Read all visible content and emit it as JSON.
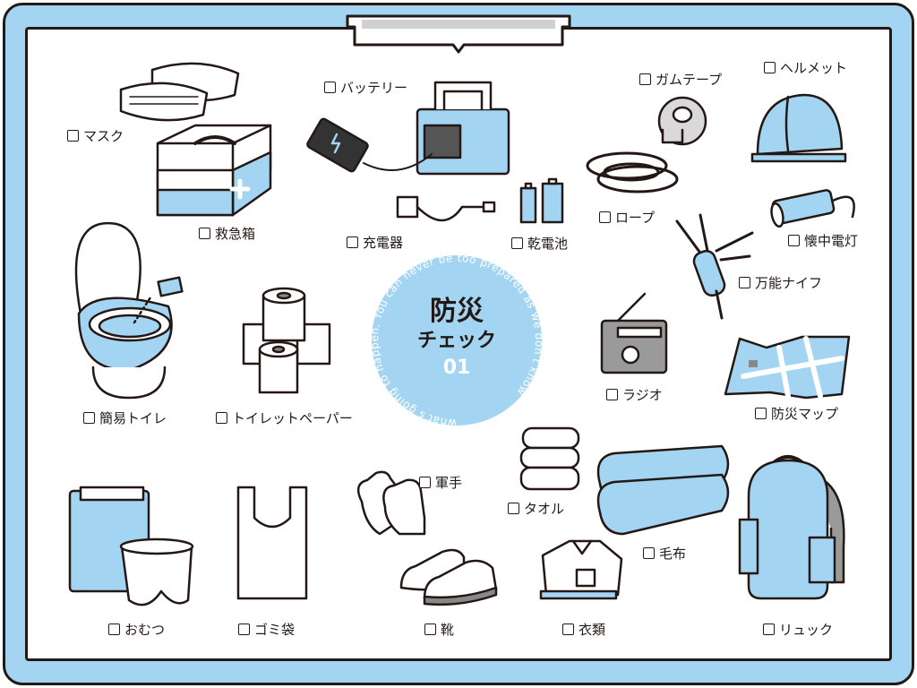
{
  "title": {
    "main": "防災",
    "sub": "チェック",
    "number": "01"
  },
  "circle_text": "what's going to happen. You can never be too prepared as we don't know",
  "colors": {
    "accent": "#a3d5f3",
    "ink": "#231815",
    "gray": "#8c8c8c"
  },
  "items": [
    {
      "label": "マスク",
      "checked": false
    },
    {
      "label": "バッテリー",
      "checked": false
    },
    {
      "label": "ガムテープ",
      "checked": false
    },
    {
      "label": "ヘルメット",
      "checked": false
    },
    {
      "label": "救急箱",
      "checked": false
    },
    {
      "label": "充電器",
      "checked": false
    },
    {
      "label": "乾電池",
      "checked": false
    },
    {
      "label": "ロープ",
      "checked": false
    },
    {
      "label": "懐中電灯",
      "checked": false
    },
    {
      "label": "万能ナイフ",
      "checked": false
    },
    {
      "label": "簡易トイレ",
      "checked": false
    },
    {
      "label": "トイレットペーパー",
      "checked": false
    },
    {
      "label": "ラジオ",
      "checked": false
    },
    {
      "label": "防災マップ",
      "checked": false
    },
    {
      "label": "軍手",
      "checked": false
    },
    {
      "label": "タオル",
      "checked": false
    },
    {
      "label": "毛布",
      "checked": false
    },
    {
      "label": "おむつ",
      "checked": false
    },
    {
      "label": "ゴミ袋",
      "checked": false
    },
    {
      "label": "靴",
      "checked": false
    },
    {
      "label": "衣類",
      "checked": false
    },
    {
      "label": "リュック",
      "checked": false
    }
  ]
}
